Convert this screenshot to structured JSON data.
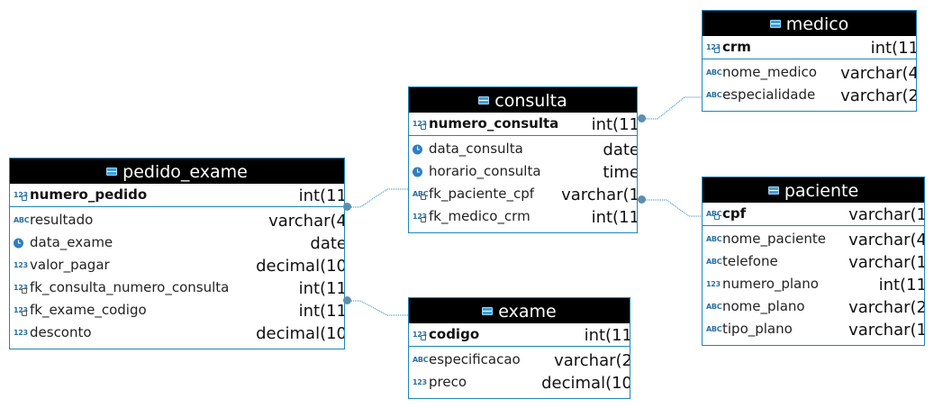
{
  "entities": {
    "medico": {
      "name": "medico",
      "pk": {
        "icon": "123",
        "name": "crm",
        "type": "int(11"
      },
      "columns": [
        {
          "icon": "ABC",
          "name": "nome_medico",
          "type": "varchar(4"
        },
        {
          "icon": "ABC",
          "name": "especialidade",
          "type": "varchar(2"
        }
      ]
    },
    "consulta": {
      "name": "consulta",
      "pk": {
        "icon": "123",
        "name": "numero_consulta",
        "type": "int(11"
      },
      "columns": [
        {
          "icon": "clock",
          "name": "data_consulta",
          "type": "date"
        },
        {
          "icon": "clock",
          "name": "horario_consulta",
          "type": "time"
        },
        {
          "icon": "ABC",
          "name": "fk_paciente_cpf",
          "type": "varchar(1"
        },
        {
          "icon": "123",
          "name": "fk_medico_crm",
          "type": "int(11"
        }
      ]
    },
    "pedido_exame": {
      "name": "pedido_exame",
      "pk": {
        "icon": "123",
        "name": "numero_pedido",
        "type": "int(11"
      },
      "columns": [
        {
          "icon": "ABC",
          "name": "resultado",
          "type": "varchar(4"
        },
        {
          "icon": "clock",
          "name": "data_exame",
          "type": "date"
        },
        {
          "icon": "123",
          "name": "valor_pagar",
          "type": "decimal(10"
        },
        {
          "icon": "123",
          "name": "fk_consulta_numero_consulta",
          "type": "int(11"
        },
        {
          "icon": "123",
          "name": "fk_exame_codigo",
          "type": "int(11"
        },
        {
          "icon": "123",
          "name": "desconto",
          "type": "decimal(10"
        }
      ]
    },
    "paciente": {
      "name": "paciente",
      "pk": {
        "icon": "ABC",
        "name": "cpf",
        "type": "varchar(1"
      },
      "columns": [
        {
          "icon": "ABC",
          "name": "nome_paciente",
          "type": "varchar(4"
        },
        {
          "icon": "ABC",
          "name": "telefone",
          "type": "varchar(1"
        },
        {
          "icon": "123",
          "name": "numero_plano",
          "type": "int(11"
        },
        {
          "icon": "ABC",
          "name": "nome_plano",
          "type": "varchar(2"
        },
        {
          "icon": "ABC",
          "name": "tipo_plano",
          "type": "varchar(1"
        }
      ]
    },
    "exame": {
      "name": "exame",
      "pk": {
        "icon": "123",
        "name": "codigo",
        "type": "int(11"
      },
      "columns": [
        {
          "icon": "ABC",
          "name": "especificacao",
          "type": "varchar(2"
        },
        {
          "icon": "123",
          "name": "preco",
          "type": "decimal(10"
        }
      ]
    }
  },
  "relationships": [
    {
      "from": "consulta",
      "to": "medico"
    },
    {
      "from": "consulta",
      "to": "paciente"
    },
    {
      "from": "pedido_exame",
      "to": "consulta"
    },
    {
      "from": "pedido_exame",
      "to": "exame"
    }
  ],
  "colors": {
    "border": "#1e87b8",
    "header_bg": "#000000",
    "header_text": "#ffffff",
    "link": "#1e87b8",
    "connector_dot": "#5a8fad"
  }
}
